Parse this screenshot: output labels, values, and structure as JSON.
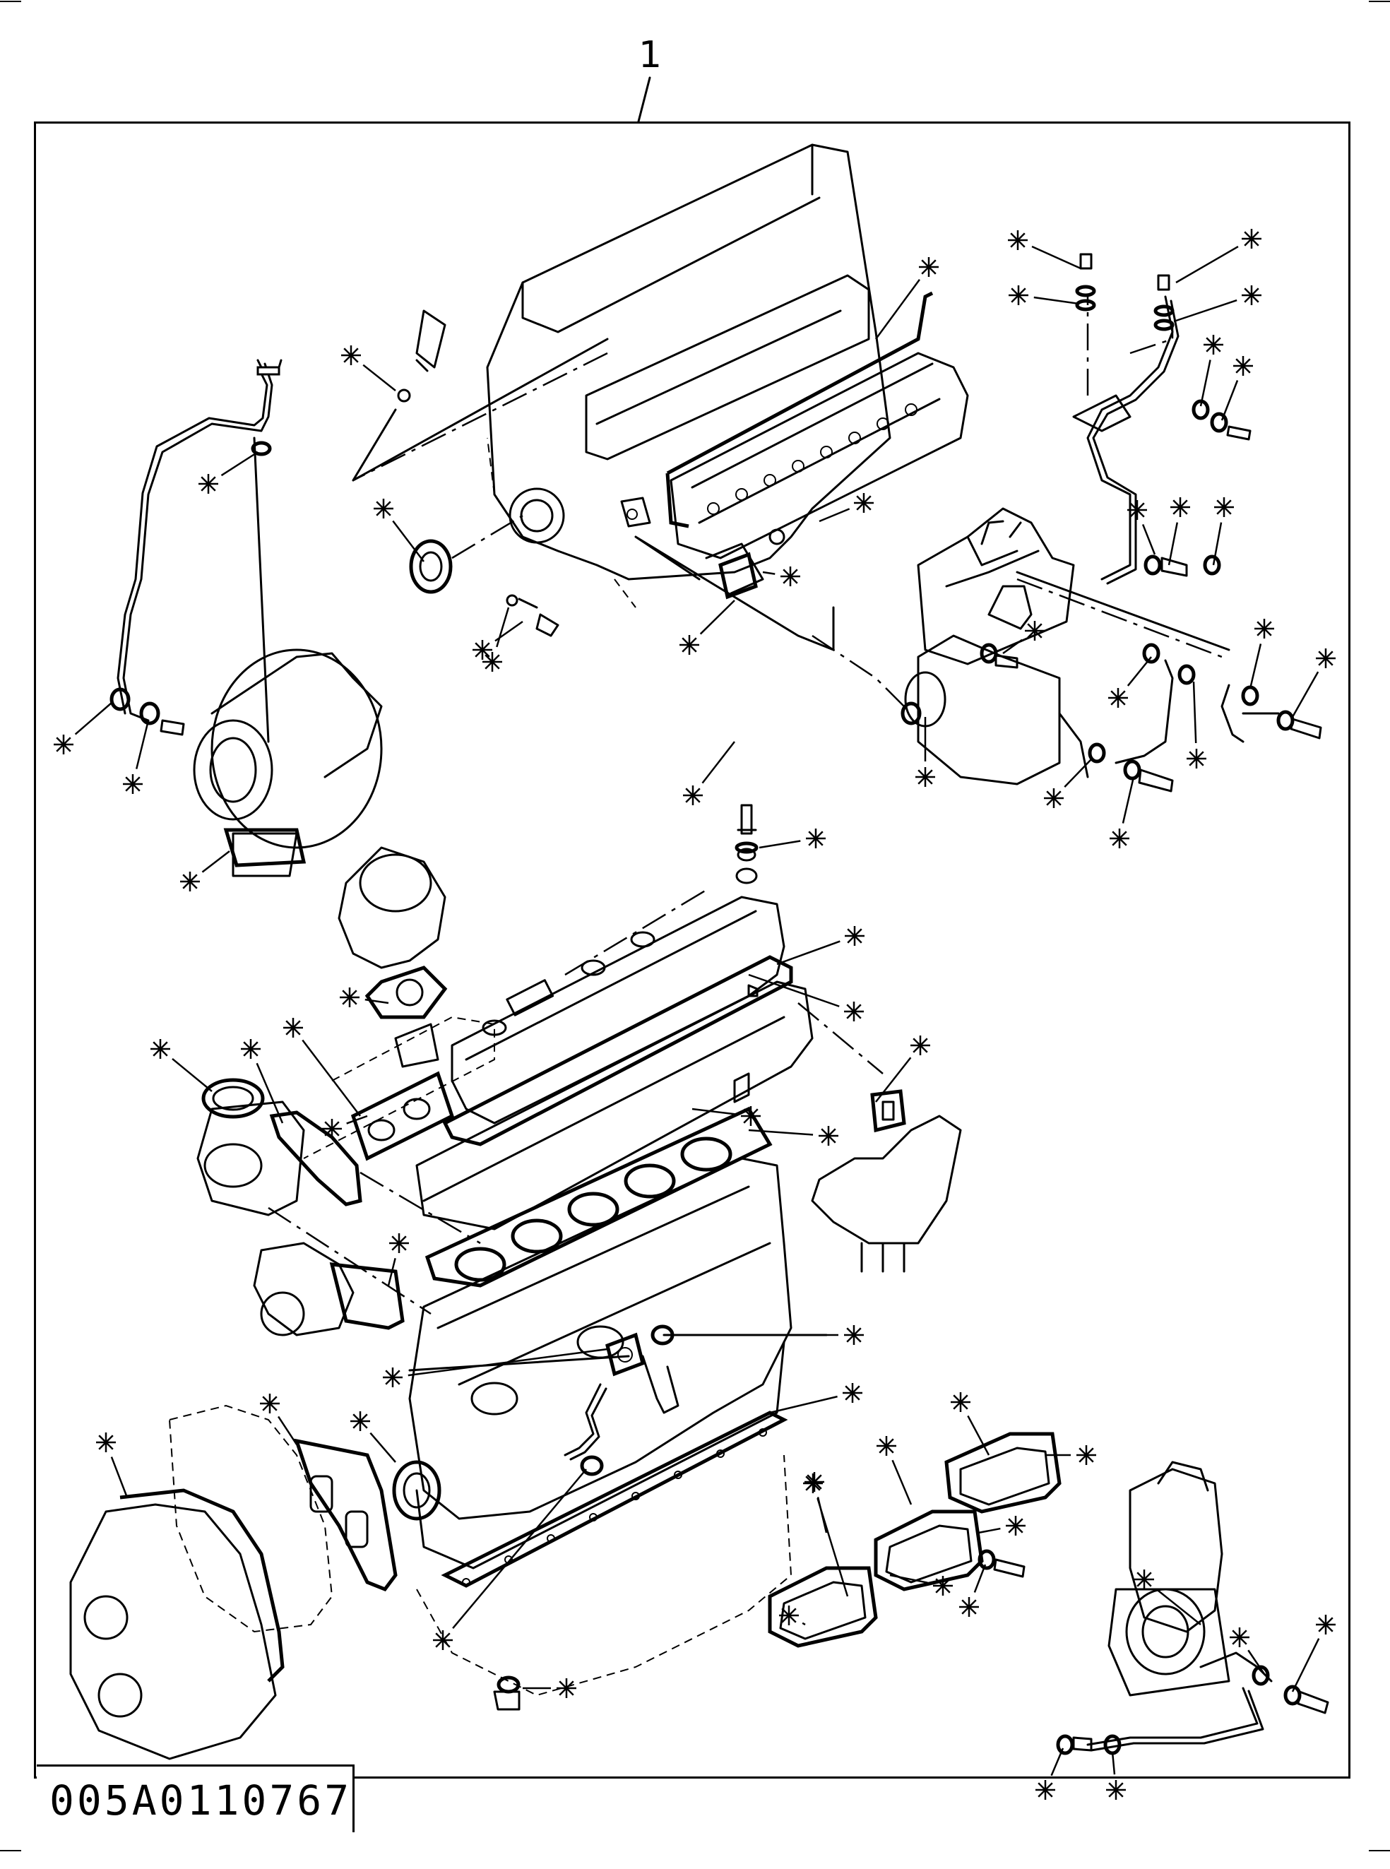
{
  "diagram": {
    "ref_number": "1",
    "drawing_number": "005A0110767",
    "kit_marker": "star-asterisk",
    "kit_marker_count": 64
  }
}
